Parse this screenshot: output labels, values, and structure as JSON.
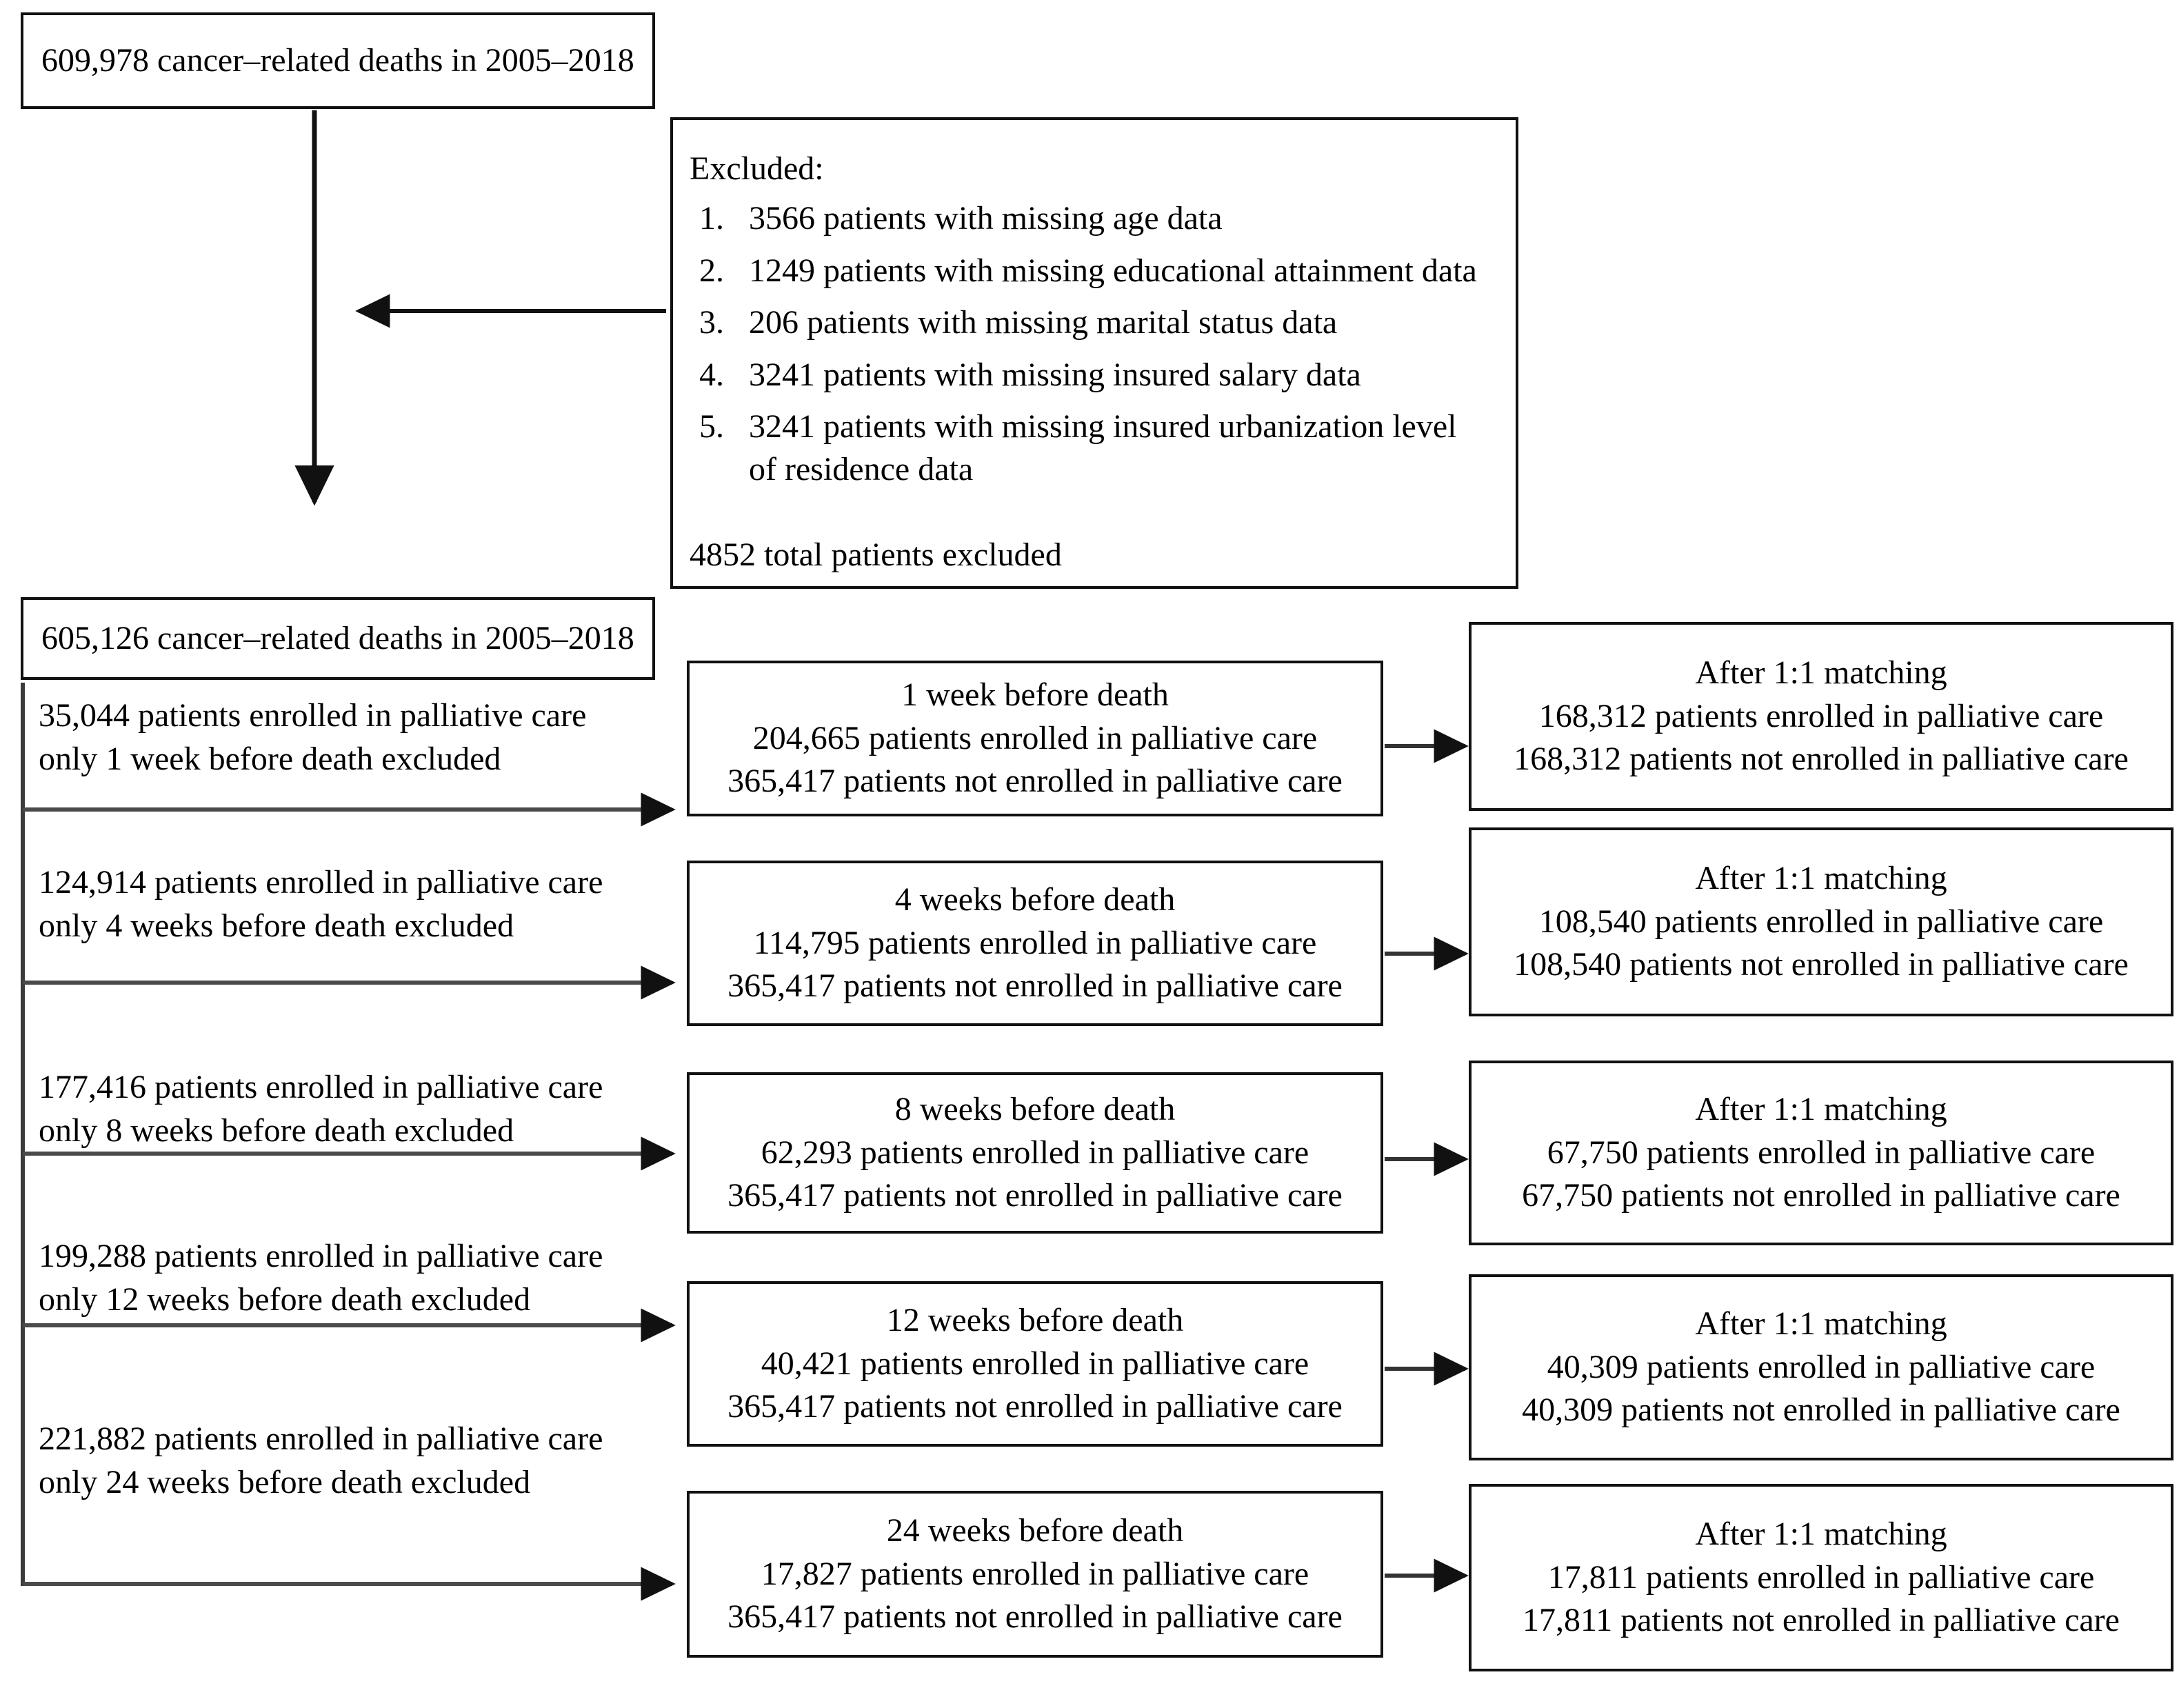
{
  "flow": {
    "total_cohort": "609,978 cancer–related deaths in 2005–2018",
    "final_cohort": "605,126 cancer–related deaths in 2005–2018"
  },
  "excluded_box": {
    "header": "Excluded:",
    "items": [
      "3566 patients with missing age data",
      "1249 patients with missing educational attainment data",
      " 206 patients with missing marital status data",
      "3241 patients with missing insured salary data",
      "3241 patients with missing insured urbanization level of residence data"
    ],
    "total": "4852 total patients excluded"
  },
  "rows": [
    {
      "left_note_line1": "35,044 patients enrolled in palliative care",
      "left_note_line2": "only 1 week before death excluded",
      "middle": {
        "title": "1 week before death",
        "enrolled": "204,665 patients enrolled in palliative care",
        "not_enrolled": "365,417 patients not enrolled in palliative care"
      },
      "right": {
        "title": "After 1:1 matching",
        "enrolled": "168,312 patients enrolled in palliative care",
        "not_enrolled": "168,312 patients not enrolled in palliative care"
      }
    },
    {
      "left_note_line1": "124,914 patients enrolled in palliative care",
      "left_note_line2": "only 4 weeks before death excluded",
      "middle": {
        "title": "4 weeks before death",
        "enrolled": "114,795 patients enrolled in palliative care",
        "not_enrolled": "365,417 patients not enrolled in palliative care"
      },
      "right": {
        "title": "After 1:1 matching",
        "enrolled": "108,540 patients enrolled in palliative care",
        "not_enrolled": "108,540 patients not enrolled in palliative care"
      }
    },
    {
      "left_note_line1": "177,416 patients enrolled in palliative care",
      "left_note_line2": "only 8 weeks before death excluded",
      "middle": {
        "title": "8 weeks before death",
        "enrolled": "62,293 patients enrolled in palliative care",
        "not_enrolled": "365,417 patients not enrolled in palliative care"
      },
      "right": {
        "title": "After 1:1 matching",
        "enrolled": "67,750 patients enrolled in palliative care",
        "not_enrolled": "67,750 patients not enrolled in palliative care"
      }
    },
    {
      "left_note_line1": "199,288 patients enrolled in palliative care",
      "left_note_line2": "only 12 weeks before death excluded",
      "middle": {
        "title": "12 weeks before death",
        "enrolled": "40,421 patients enrolled in palliative care",
        "not_enrolled": "365,417 patients not enrolled in palliative care"
      },
      "right": {
        "title": "After 1:1 matching",
        "enrolled": "40,309 patients enrolled in palliative care",
        "not_enrolled": "40,309 patients not enrolled in palliative care"
      }
    },
    {
      "left_note_line1": "221,882 patients enrolled in palliative care",
      "left_note_line2": "only 24 weeks before death excluded",
      "middle": {
        "title": "24 weeks before death",
        "enrolled": "17,827 patients enrolled in palliative care",
        "not_enrolled": "365,417 patients not enrolled in palliative care"
      },
      "right": {
        "title": "After 1:1 matching",
        "enrolled": "17,811 patients enrolled in palliative care",
        "not_enrolled": "17,811 patients not enrolled in palliative care"
      }
    }
  ],
  "colors": {
    "stroke": "#111111",
    "background": "#ffffff",
    "text": "#000000"
  }
}
